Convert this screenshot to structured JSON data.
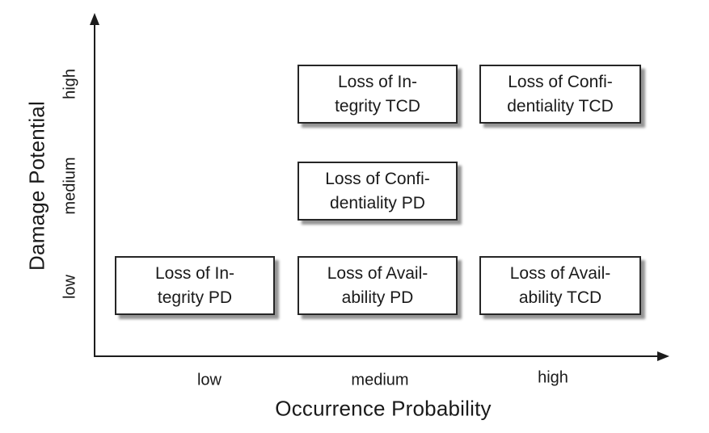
{
  "chart_data": {
    "type": "scatter",
    "title": "",
    "xlabel": "Occurrence Probability",
    "ylabel": "Damage Potential",
    "x_ticks": [
      "low",
      "medium",
      "high"
    ],
    "y_ticks": [
      "low",
      "medium",
      "high"
    ],
    "grid": false,
    "legend": false,
    "points": [
      {
        "x": "medium",
        "y": "high",
        "label": "Loss of Integrity TCD"
      },
      {
        "x": "high",
        "y": "high",
        "label": "Loss of Confidentiality TCD"
      },
      {
        "x": "medium",
        "y": "medium",
        "label": "Loss of Confidentiality PD"
      },
      {
        "x": "low",
        "y": "low",
        "label": "Loss of Integrity PD"
      },
      {
        "x": "medium",
        "y": "low",
        "label": "Loss of Availability PD"
      },
      {
        "x": "high",
        "y": "low",
        "label": "Loss of Availability TCD"
      }
    ]
  },
  "boxes": [
    {
      "line1": "Loss of In-",
      "line2": "tegrity TCD"
    },
    {
      "line1": "Loss of Confi-",
      "line2": "dentiality TCD"
    },
    {
      "line1": "Loss of Confi-",
      "line2": "dentiality PD"
    },
    {
      "line1": "Loss of In-",
      "line2": "tegrity PD"
    },
    {
      "line1": "Loss of Avail-",
      "line2": "ability PD"
    },
    {
      "line1": "Loss of Avail-",
      "line2": "ability TCD"
    }
  ],
  "colors": {
    "ink": "#1c1c1c",
    "box_border": "#262626",
    "box_background": "#ffffff",
    "shadow": "#a8a8a8",
    "background": "#ffffff"
  }
}
